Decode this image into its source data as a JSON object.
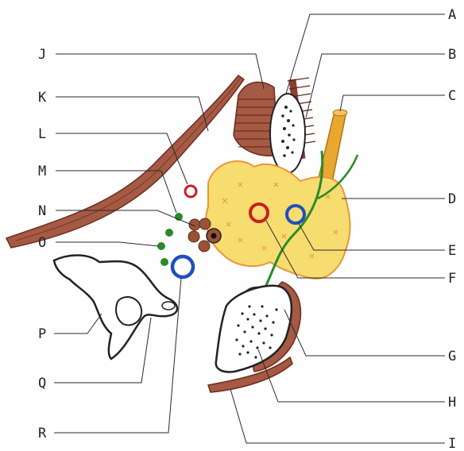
{
  "labels": {
    "A": "A",
    "B": "B",
    "C": "C",
    "D": "D",
    "E": "E",
    "F": "F",
    "G": "G",
    "H": "H",
    "I": "I",
    "J": "J",
    "K": "K",
    "L": "L",
    "M": "M",
    "N": "N",
    "O": "O",
    "P": "P",
    "Q": "Q",
    "R": "R"
  },
  "colors": {
    "muscle": "#a45a44",
    "muscle_dark": "#6e2c1c",
    "gland": "#f7dc6f",
    "gland_edge": "#e6973a",
    "artery": "#c81e1e",
    "vein": "#1f4fbf",
    "nerve": "#2a8a2a",
    "duct": "#e8a830",
    "node": "#9a5236",
    "bone_fill": "#ffffff",
    "ink": "#2a2a2a"
  }
}
